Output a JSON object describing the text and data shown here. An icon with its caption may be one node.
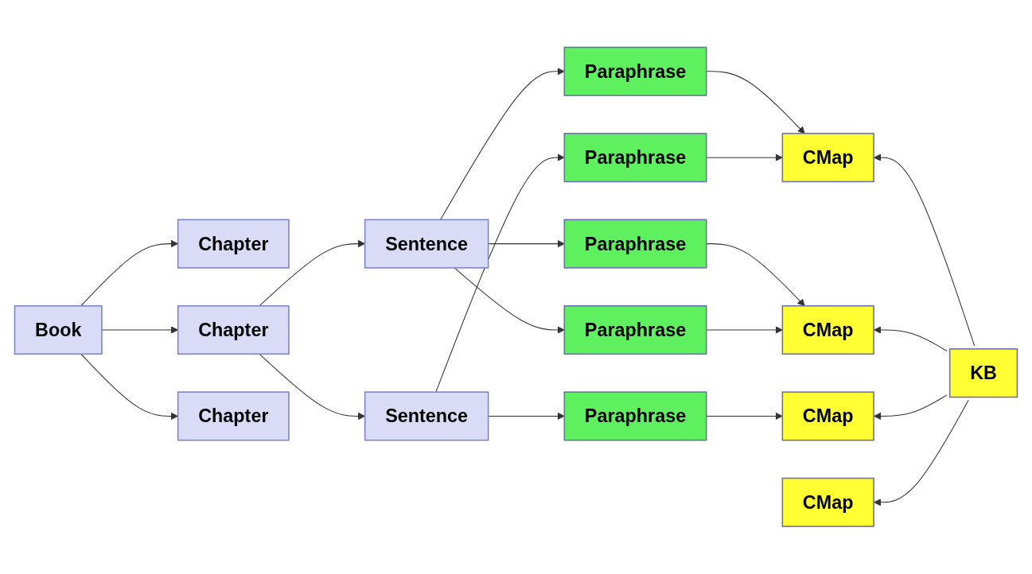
{
  "diagram": {
    "nodes": [
      {
        "text": [
          "Book"
        ]
      },
      {
        "text": [
          "Chapter"
        ]
      },
      {
        "text": [
          "Chapter"
        ]
      },
      {
        "text": [
          "Chapter"
        ]
      },
      {
        "text": [
          "Sentence"
        ]
      },
      {
        "text": [
          "Sentence"
        ]
      },
      {
        "text": [
          "Paraphrase"
        ]
      },
      {
        "text": [
          "Paraphrase"
        ]
      },
      {
        "text": [
          "Paraphrase"
        ]
      },
      {
        "text": [
          "Paraphrase"
        ]
      },
      {
        "text": [
          "Paraphrase"
        ]
      },
      {
        "text": [
          "CMap"
        ]
      },
      {
        "text": [
          "CMap"
        ]
      },
      {
        "text": [
          "CMap"
        ]
      },
      {
        "text": [
          "CMap"
        ]
      },
      {
        "text": [
          "KB"
        ]
      }
    ],
    "edges": [
      {
        "from": 0,
        "to": 1,
        "arrow": "to"
      },
      {
        "from": 0,
        "to": 2,
        "arrow": "to"
      },
      {
        "from": 0,
        "to": 3,
        "arrow": "to"
      },
      {
        "from": 2,
        "to": 4,
        "arrow": "to"
      },
      {
        "from": 2,
        "to": 5,
        "arrow": "to"
      },
      {
        "from": 4,
        "to": 6,
        "arrow": "to"
      },
      {
        "from": 4,
        "to": 7,
        "arrow": "to"
      },
      {
        "from": 4,
        "to": 8,
        "arrow": "to"
      },
      {
        "from": 5,
        "to": 9,
        "arrow": "to"
      },
      {
        "from": 5,
        "to": 10,
        "arrow": "to"
      },
      {
        "from": 6,
        "to": 11,
        "arrow": "to"
      },
      {
        "from": 7,
        "to": 12,
        "arrow": "to"
      },
      {
        "from": 8,
        "to": 12,
        "arrow": "to"
      },
      {
        "from": 9,
        "to": 13,
        "arrow": "to"
      },
      {
        "from": 10,
        "to": 11,
        "arrow": "to"
      },
      {
        "from": 15,
        "to": 11,
        "arrow": "to"
      },
      {
        "from": 15,
        "to": 12,
        "arrow": "to"
      },
      {
        "from": 15,
        "to": 13,
        "arrow": "to"
      },
      {
        "from": 15,
        "to": 14,
        "arrow": "to"
      }
    ]
  }
}
